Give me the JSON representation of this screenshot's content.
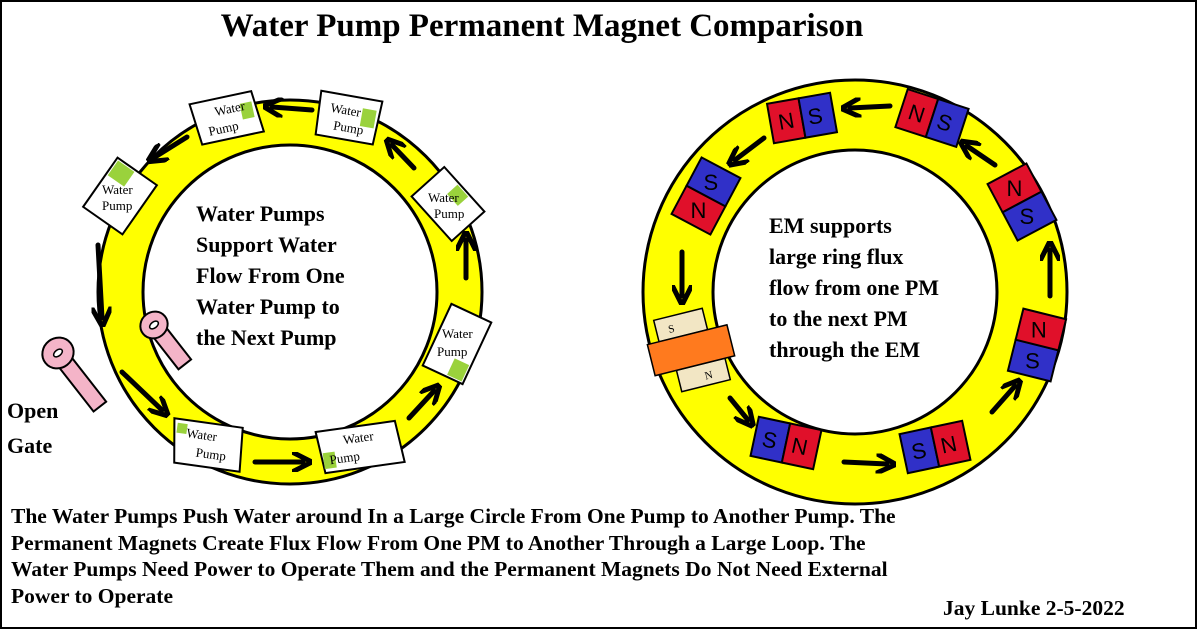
{
  "title": "Water Pump Permanent Magnet Comparison",
  "left_diagram": {
    "center_lines": [
      "Water Pumps",
      "Support Water",
      "Flow From One",
      "Water Pump to",
      "the Next Pump"
    ],
    "pump_label_line1": "Water",
    "pump_label_line2": "Pump",
    "gate_label_line1": "Open",
    "gate_label_line2": "Gate"
  },
  "right_diagram": {
    "center_lines": [
      "EM supports",
      "large ring flux",
      "flow from one PM",
      "to the next PM",
      "through the EM"
    ],
    "north": "N",
    "south": "S"
  },
  "caption_lines": [
    "The Water Pumps Push Water around In a Large Circle From One Pump to Another Pump.  The",
    "Permanent Magnets Create Flux Flow From One PM to Another Through a Large Loop.  The",
    "Water Pumps Need Power to Operate Them and the Permanent Magnets Do Not Need External",
    "Power to Operate"
  ],
  "author": "Jay Lunke 2-5-2022",
  "colors": {
    "ring": "#ffff00",
    "north": "#e0102a",
    "south": "#3030c8",
    "pump_fill": "#ffffff",
    "pump_speck": "#9ad23c",
    "em_core": "#ff7a1e",
    "em_pole": "#f2e6c4",
    "gate": "#f4b4c8"
  }
}
